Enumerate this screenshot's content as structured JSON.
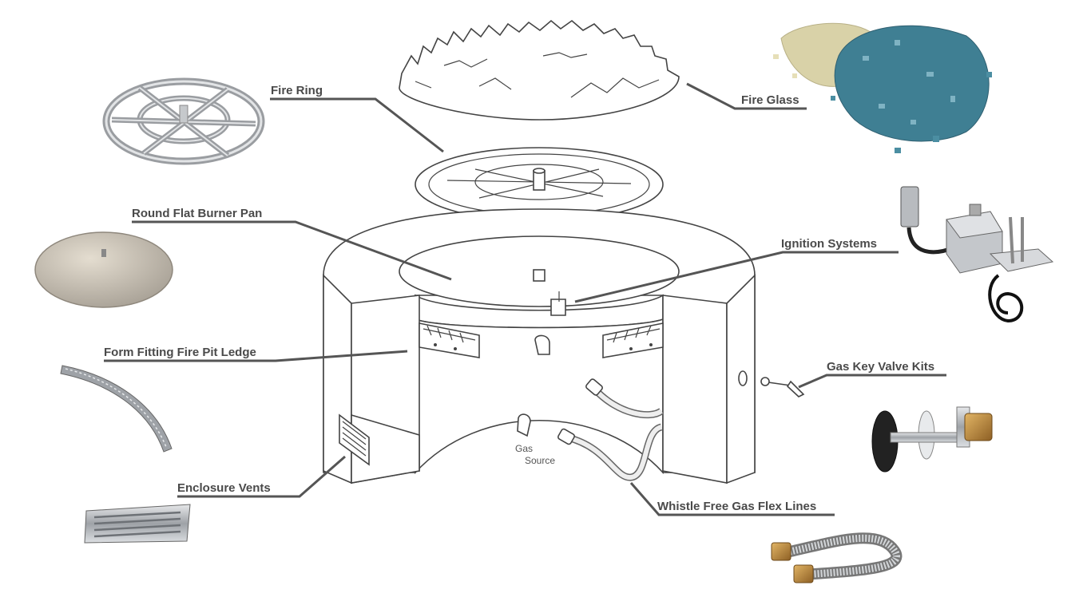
{
  "labels": {
    "fire_ring": "Fire Ring",
    "fire_glass": "Fire Glass",
    "burner_pan": "Round Flat Burner Pan",
    "ignition": "Ignition Systems",
    "ledge": "Form Fitting Fire Pit Ledge",
    "key_valve": "Gas Key Valve Kits",
    "vents": "Enclosure Vents",
    "flex_lines": "Whistle Free Gas Flex Lines",
    "gas_source_line1": "Gas",
    "gas_source_line2": "Source"
  },
  "colors": {
    "glass_clear": "#d9d2a8",
    "glass_blue": "#3f7f93",
    "pan": "#cfc8bb",
    "steel": "#b9bcc0",
    "brass": "#c08a3e",
    "label": "#4a4a4a"
  }
}
